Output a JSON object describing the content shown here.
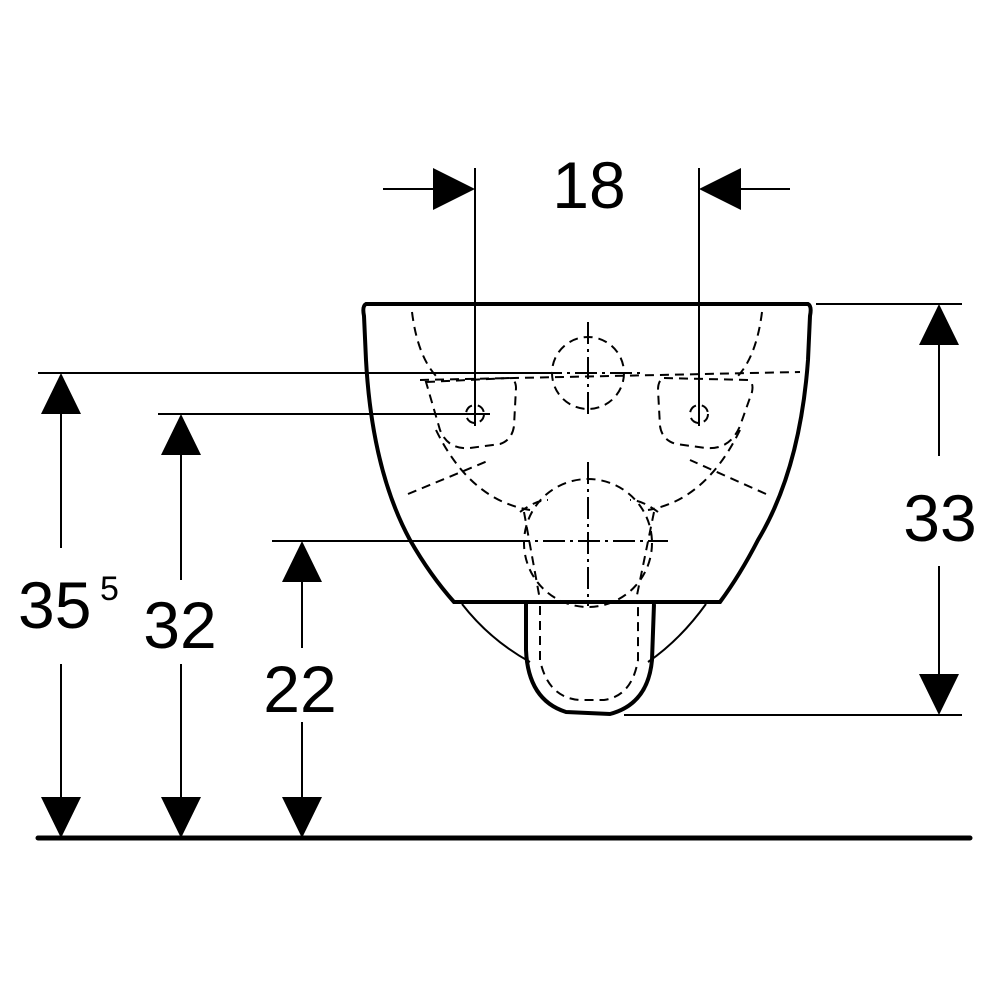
{
  "dimensions": {
    "width_between_bolts": {
      "value": "18"
    },
    "total_height": {
      "value": "35",
      "superscript": "5"
    },
    "bolt_height": {
      "value": "32"
    },
    "outlet_height": {
      "value": "22"
    },
    "bowl_depth": {
      "value": "33"
    }
  },
  "colors": {
    "line": "#000000",
    "background": "#ffffff"
  }
}
